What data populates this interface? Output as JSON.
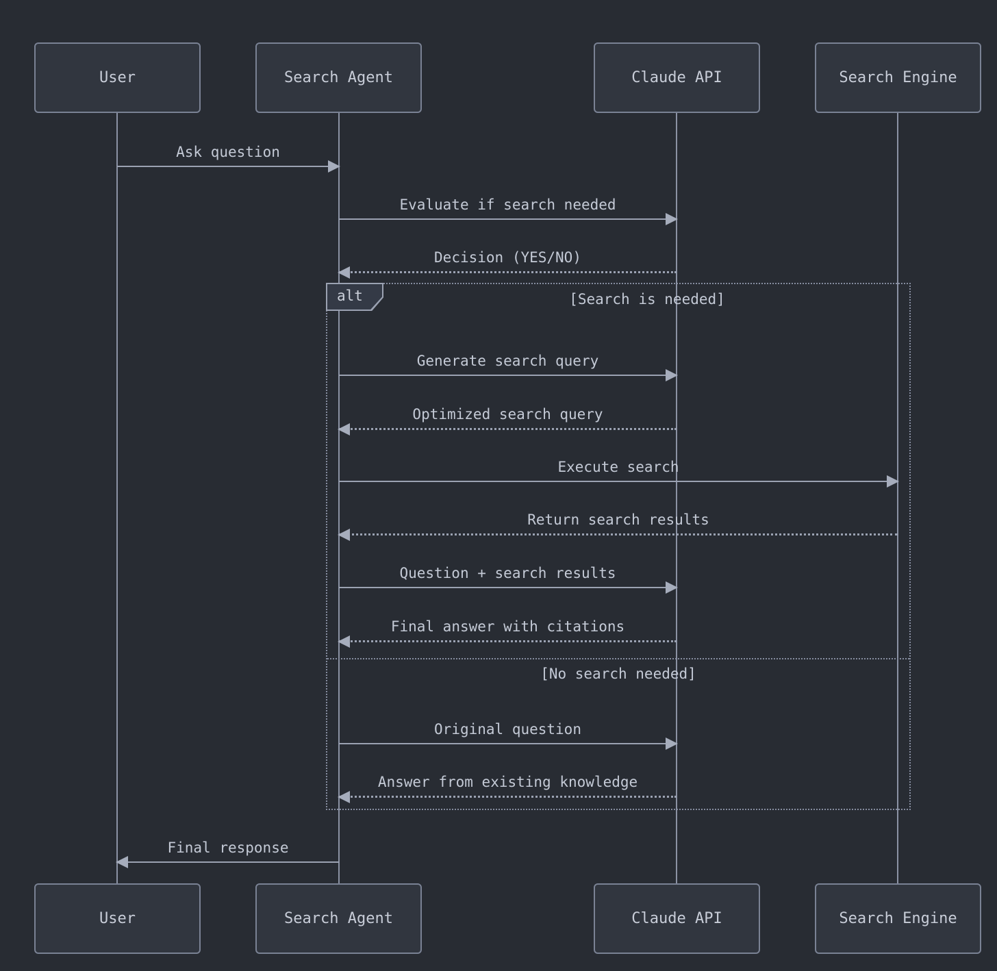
{
  "diagram": {
    "type": "sequence-diagram",
    "actors": [
      {
        "name": "User"
      },
      {
        "name": "Search Agent"
      },
      {
        "name": "Claude API"
      },
      {
        "name": "Search Engine"
      }
    ],
    "messages": [
      {
        "from": "User",
        "to": "Search Agent",
        "style": "solid",
        "label": "Ask question"
      },
      {
        "from": "Search Agent",
        "to": "Claude API",
        "style": "solid",
        "label": "Evaluate if search needed"
      },
      {
        "from": "Claude API",
        "to": "Search Agent",
        "style": "dashed",
        "label": "Decision (YES/NO)"
      },
      {
        "from": "Search Agent",
        "to": "Claude API",
        "style": "solid",
        "label": "Generate search query"
      },
      {
        "from": "Claude API",
        "to": "Search Agent",
        "style": "dashed",
        "label": "Optimized search query"
      },
      {
        "from": "Search Agent",
        "to": "Search Engine",
        "style": "solid",
        "label": "Execute search"
      },
      {
        "from": "Search Engine",
        "to": "Search Agent",
        "style": "dashed",
        "label": "Return search results"
      },
      {
        "from": "Search Agent",
        "to": "Claude API",
        "style": "solid",
        "label": "Question + search results"
      },
      {
        "from": "Claude API",
        "to": "Search Agent",
        "style": "dashed",
        "label": "Final answer with citations"
      },
      {
        "from": "Search Agent",
        "to": "Claude API",
        "style": "solid",
        "label": "Original question"
      },
      {
        "from": "Claude API",
        "to": "Search Agent",
        "style": "dashed",
        "label": "Answer from existing knowledge"
      },
      {
        "from": "Search Agent",
        "to": "User",
        "style": "solid",
        "label": "Final response"
      }
    ],
    "alt_block": {
      "label": "alt",
      "conditions": [
        "[Search is needed]",
        "[No search needed]"
      ]
    },
    "colors": {
      "background": "#282c33",
      "actor_fill": "#31363f",
      "actor_border": "#7a8294",
      "line": "#9ba2b2",
      "text": "#c8cdd8",
      "frame_border": "#868da0"
    }
  }
}
